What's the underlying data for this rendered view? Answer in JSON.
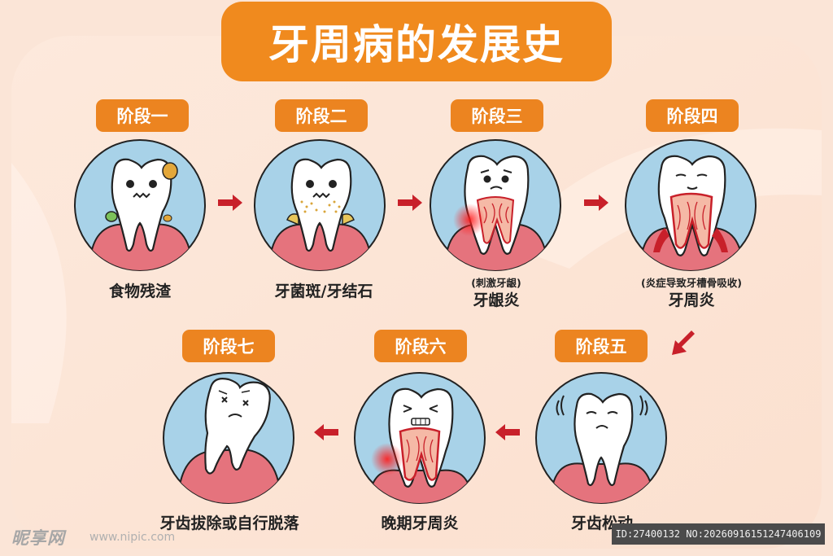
{
  "title": "牙周病的发展史",
  "colors": {
    "accent": "#f08a1e",
    "arrow": "#c8202a",
    "circle_fill": "#a8d2e8",
    "gum": "#e5737d"
  },
  "stages": [
    {
      "label": "阶段一",
      "caption": "食物残渣",
      "note": ""
    },
    {
      "label": "阶段二",
      "caption": "牙菌斑/牙结石",
      "note": ""
    },
    {
      "label": "阶段三",
      "caption": "牙龈炎",
      "note": "(刺激牙龈)"
    },
    {
      "label": "阶段四",
      "caption": "牙周炎",
      "note": "(炎症导致牙槽骨吸收)"
    },
    {
      "label": "阶段五",
      "caption": "牙齿松动",
      "note": ""
    },
    {
      "label": "阶段六",
      "caption": "晚期牙周炎",
      "note": ""
    },
    {
      "label": "阶段七",
      "caption": "牙齿拔除或自行脱落",
      "note": ""
    }
  ],
  "watermark": {
    "brand": "昵享网",
    "url": "www.nipic.com",
    "id": "ID:27400132 NO:20260916151247406109"
  }
}
